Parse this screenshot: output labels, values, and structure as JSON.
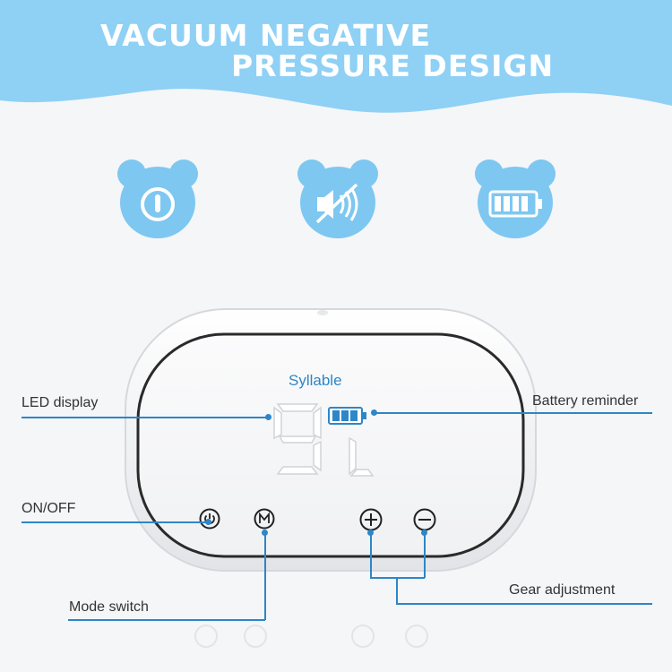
{
  "banner": {
    "line1": "VACUUM NEGATIVE",
    "line2": "PRESSURE DESIGN"
  },
  "features": [
    {
      "icon": "power-icon"
    },
    {
      "icon": "mute-icon"
    },
    {
      "icon": "battery-icon"
    }
  ],
  "device": {
    "brand": "Syllable",
    "display_digit": "9",
    "display_mode": "L",
    "battery_level_bars": 3
  },
  "callouts": {
    "led_display": "LED display",
    "battery_reminder": "Battery reminder",
    "on_off": "ON/OFF",
    "mode_switch": "Mode switch",
    "gear_adjustment": "Gear adjustment"
  },
  "colors": {
    "banner": "#8fd0f5",
    "accent": "#2d86c8",
    "bear": "#7ec7f1"
  }
}
